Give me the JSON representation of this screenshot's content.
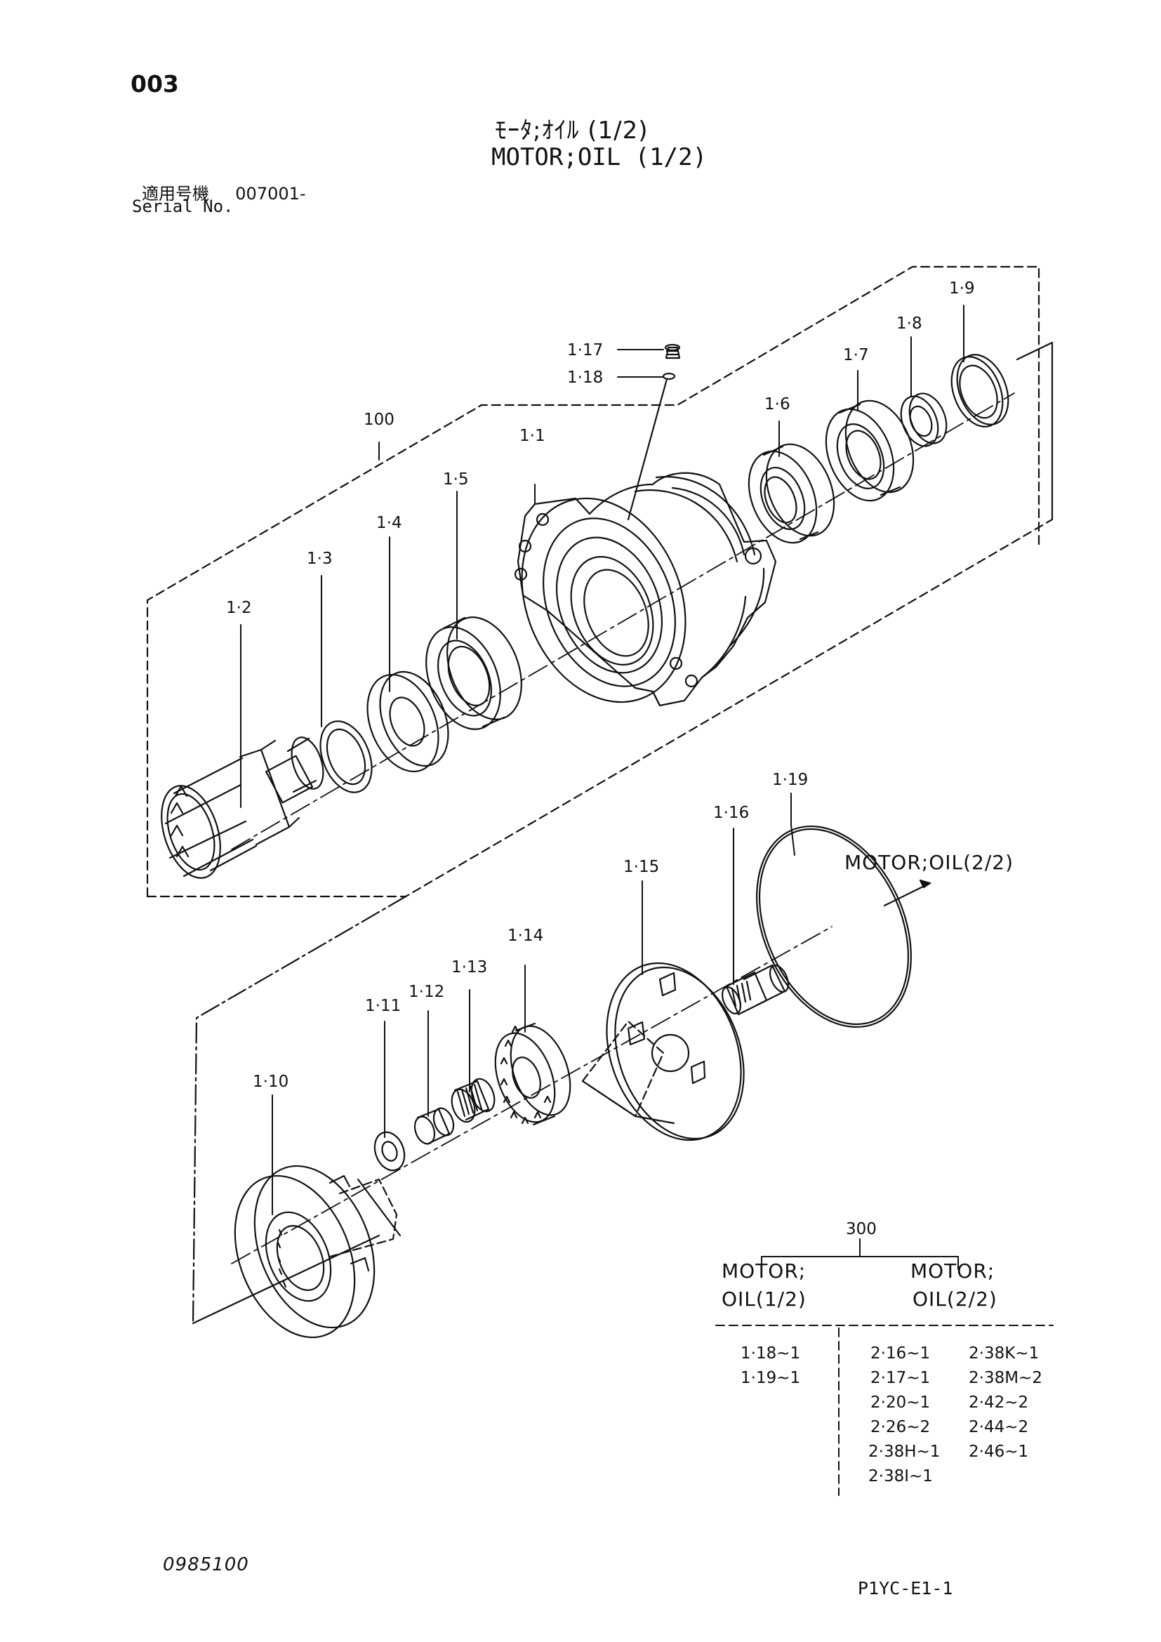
{
  "header": {
    "page_no": "003",
    "title_jp": "ﾓｰﾀ;ｵｲﾙ (1/2)",
    "title_en": "MOTOR;OIL (1/2)",
    "serial_label_jp": "適用号機",
    "serial_value": "007001-",
    "serial_label_en": "Serial No."
  },
  "callouts": {
    "c100": "100",
    "c1_1": "1·1",
    "c1_2": "1·2",
    "c1_3": "1·3",
    "c1_4": "1·4",
    "c1_5": "1·5",
    "c1_6": "1·6",
    "c1_7": "1·7",
    "c1_8": "1·8",
    "c1_9": "1·9",
    "c1_10": "1·10",
    "c1_11": "1·11",
    "c1_12": "1·12",
    "c1_13": "1·13",
    "c1_14": "1·14",
    "c1_15": "1·15",
    "c1_16": "1·16",
    "c1_17": "1·17",
    "c1_18": "1·18",
    "c1_19": "1·19"
  },
  "arrow_note": "MOTOR;OIL(2/2)",
  "group_table": {
    "parent": "300",
    "left_header_1": "MOTOR;",
    "left_header_2": "OIL(1/2)",
    "right_header_1": "MOTOR;",
    "right_header_2": "OIL(2/2)",
    "left_items": [
      "1·18~1",
      "1·19~1"
    ],
    "right_col1": [
      "2·16~1",
      "2·17~1",
      "2·20~1",
      "2·26~2",
      "2·38H~1",
      "2·38I~1"
    ],
    "right_col2": [
      "2·38K~1",
      "2·38M~2",
      "2·42~2",
      "2·44~2",
      "2·46~1"
    ]
  },
  "footer": {
    "left_code": "0985100",
    "right_code": "P1YC-E1-1"
  }
}
